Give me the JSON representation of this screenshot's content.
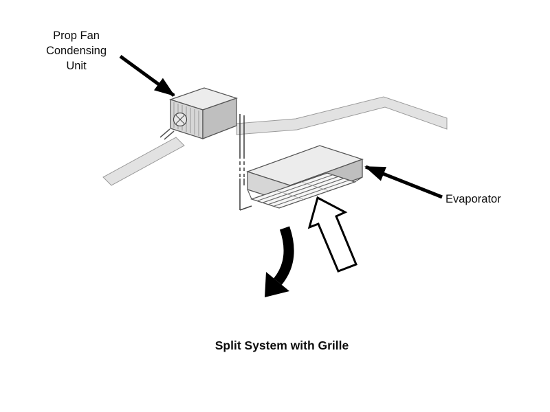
{
  "diagram": {
    "caption": "Split System with Grille",
    "labels": {
      "condensing_unit": "Prop Fan\nCondensing\nUnit",
      "evaporator": "Evaporator"
    },
    "colors": {
      "line": "#1a1a1a",
      "arrow_black": "#000000",
      "arrow_white_fill": "#ffffff",
      "panel_light": "#ececec",
      "panel_mid": "#d6d6d6",
      "panel_dark": "#bfbfbf",
      "roof_band": "#e2e2e2",
      "background": "#ffffff"
    }
  }
}
